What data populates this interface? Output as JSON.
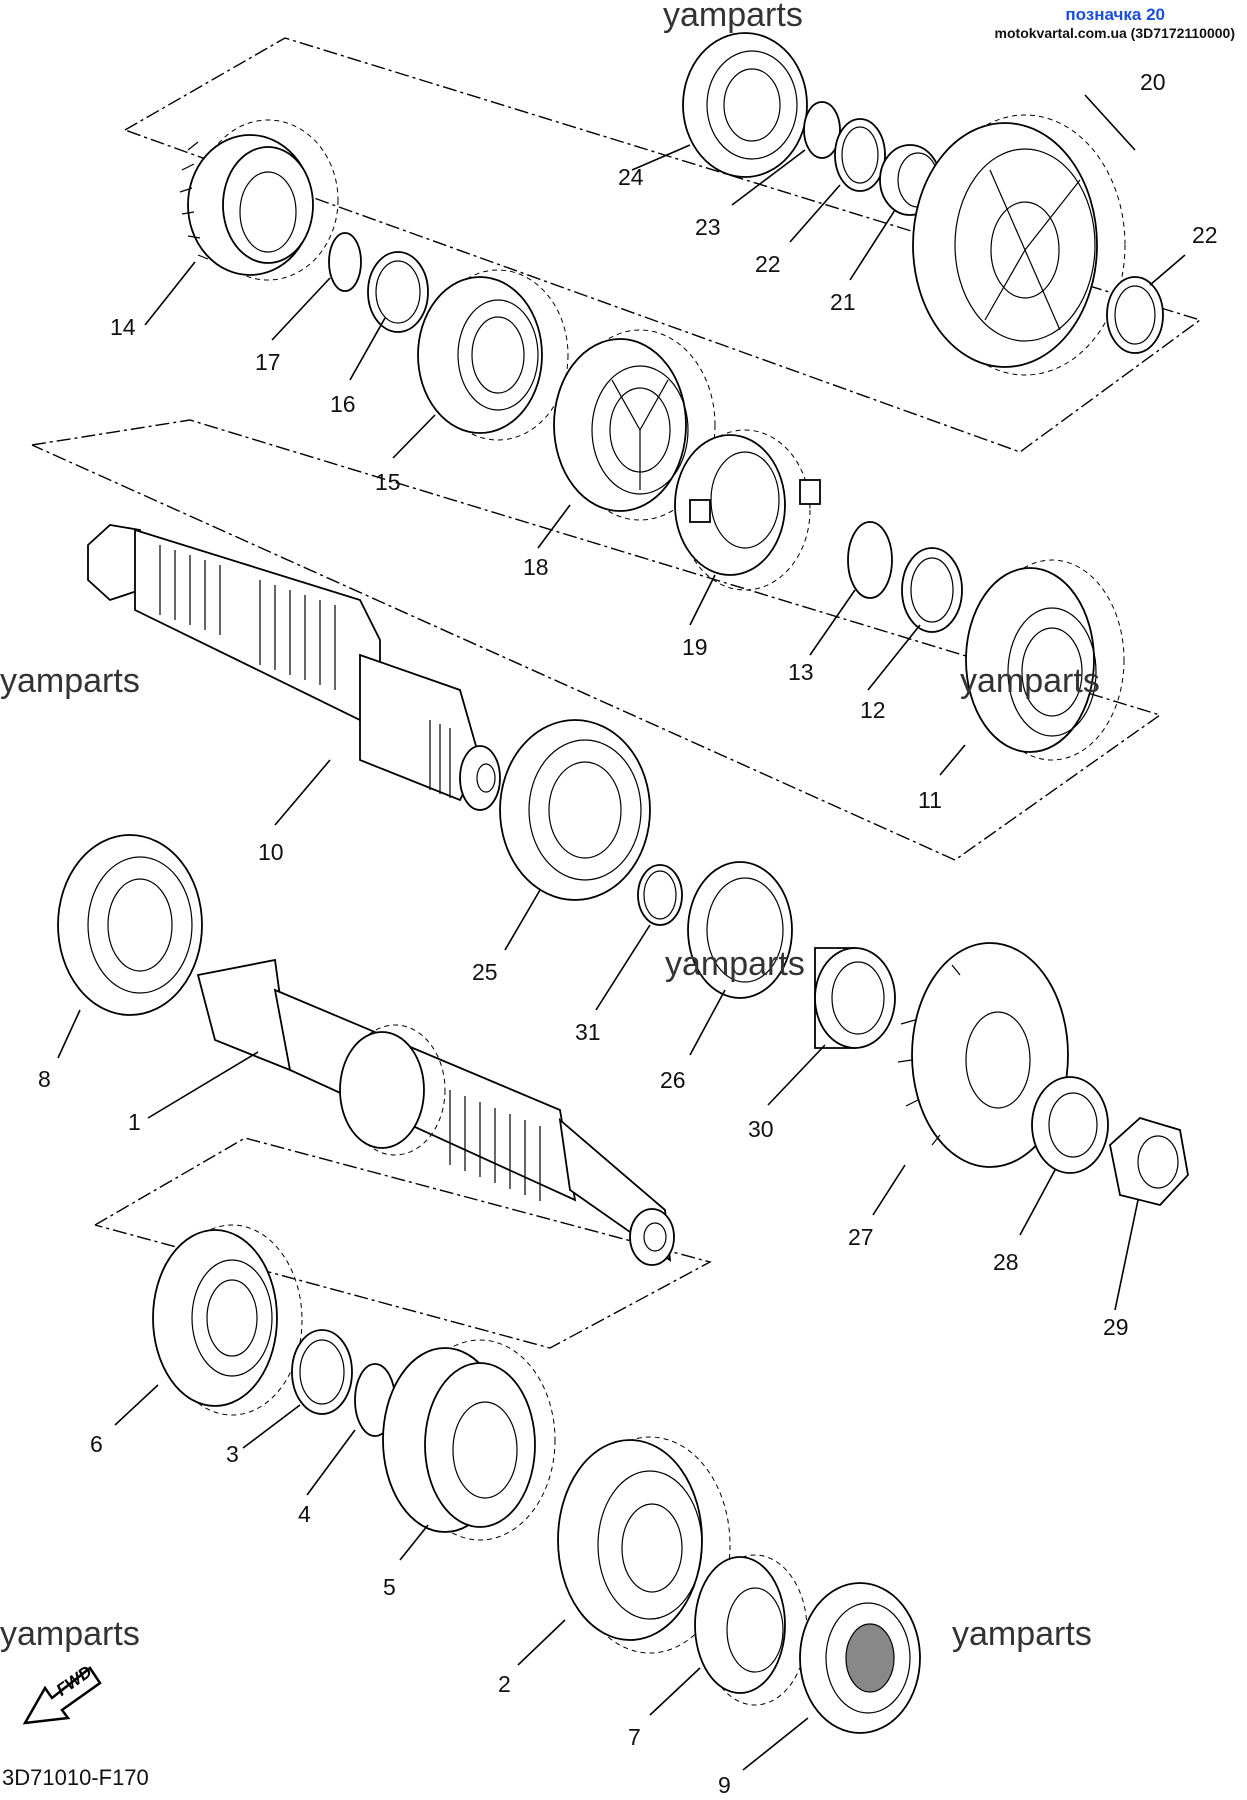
{
  "header": {
    "label": "позначка 20",
    "source": "motokvartal.com.ua (3D7172110000)"
  },
  "watermarks": [
    "yamparts",
    "yamparts",
    "yamparts",
    "yamparts",
    "yamparts",
    "yamparts"
  ],
  "callouts": {
    "c1": "1",
    "c2": "2",
    "c3": "3",
    "c4": "4",
    "c5": "5",
    "c6": "6",
    "c7": "7",
    "c8": "8",
    "c9": "9",
    "c10": "10",
    "c11": "11",
    "c12": "12",
    "c13": "13",
    "c14": "14",
    "c15": "15",
    "c16": "16",
    "c17": "17",
    "c18": "18",
    "c19": "19",
    "c20": "20",
    "c21": "21",
    "c22a": "22",
    "c22b": "22",
    "c23": "23",
    "c24": "24",
    "c25": "25",
    "c26": "26",
    "c27": "27",
    "c28": "28",
    "c29": "29",
    "c30": "30",
    "c31": "31"
  },
  "fwd_label": "FWD",
  "diagram_code": "3D71010-F170"
}
